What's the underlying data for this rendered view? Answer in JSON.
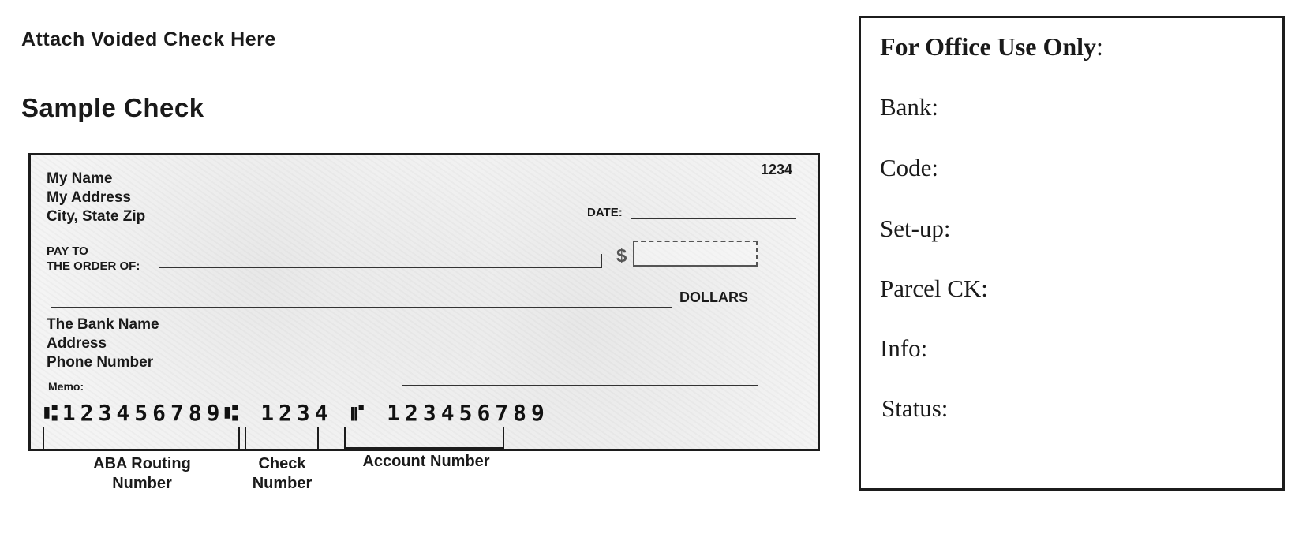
{
  "headings": {
    "attach": "Attach Voided Check Here",
    "sample": "Sample Check"
  },
  "check": {
    "owner_lines": [
      "My Name",
      "My Address",
      "City, State Zip"
    ],
    "check_number": "1234",
    "date_label": "DATE:",
    "pay_to_lines": [
      "PAY TO",
      "THE ORDER OF:"
    ],
    "dollar_sign": "$",
    "dollars_label": "DOLLARS",
    "bank_lines": [
      "The Bank Name",
      "Address",
      "Phone Number"
    ],
    "memo_label": "Memo:",
    "micr": {
      "routing": "⑆123456789⑆",
      "check": "1234",
      "separator": "⑈",
      "account": "123456789"
    }
  },
  "legend": {
    "routing": [
      "ABA Routing",
      "Number"
    ],
    "check": [
      "Check",
      "Number"
    ],
    "account": "Account Number"
  },
  "office": {
    "title": "For Office Use Only",
    "title_colon": ":",
    "fields": [
      "Bank:",
      "Code:",
      "Set-up:",
      "Parcel CK:",
      "Info:",
      "Status:"
    ]
  }
}
